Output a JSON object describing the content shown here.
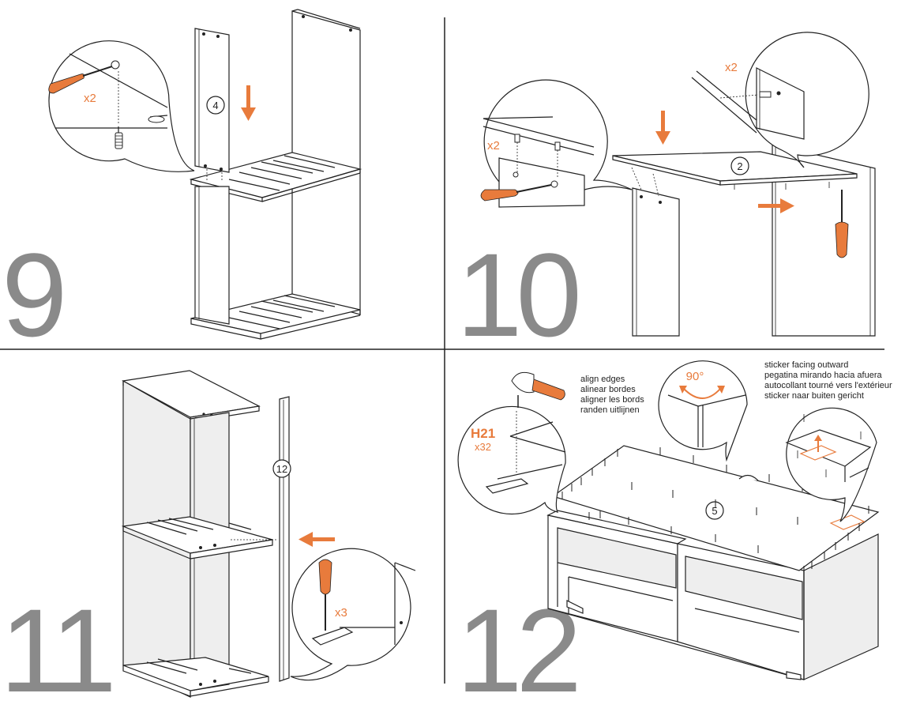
{
  "steps": [
    {
      "number": "9",
      "part_label": "4",
      "quantity": "x2"
    },
    {
      "number": "10",
      "part_label": "2",
      "quantity_left": "x2",
      "quantity_right": "x2"
    },
    {
      "number": "11",
      "part_label": "12",
      "quantity": "x3"
    },
    {
      "number": "12",
      "part_label": "5",
      "hardware_code": "H21",
      "hardware_qty": "x32",
      "angle": "90°",
      "align_note": [
        "align edges",
        "alinear bordes",
        "aligner les bords",
        "randen uitlijnen"
      ],
      "sticker_note": [
        "sticker facing outward",
        "pegatina mirando hacia afuera",
        "autocollant tourné vers l'extérieur",
        "sticker naar buiten gericht"
      ]
    }
  ],
  "colors": {
    "accent": "#e87b3c",
    "step_number": "#8a8a8a",
    "line": "#222222"
  }
}
